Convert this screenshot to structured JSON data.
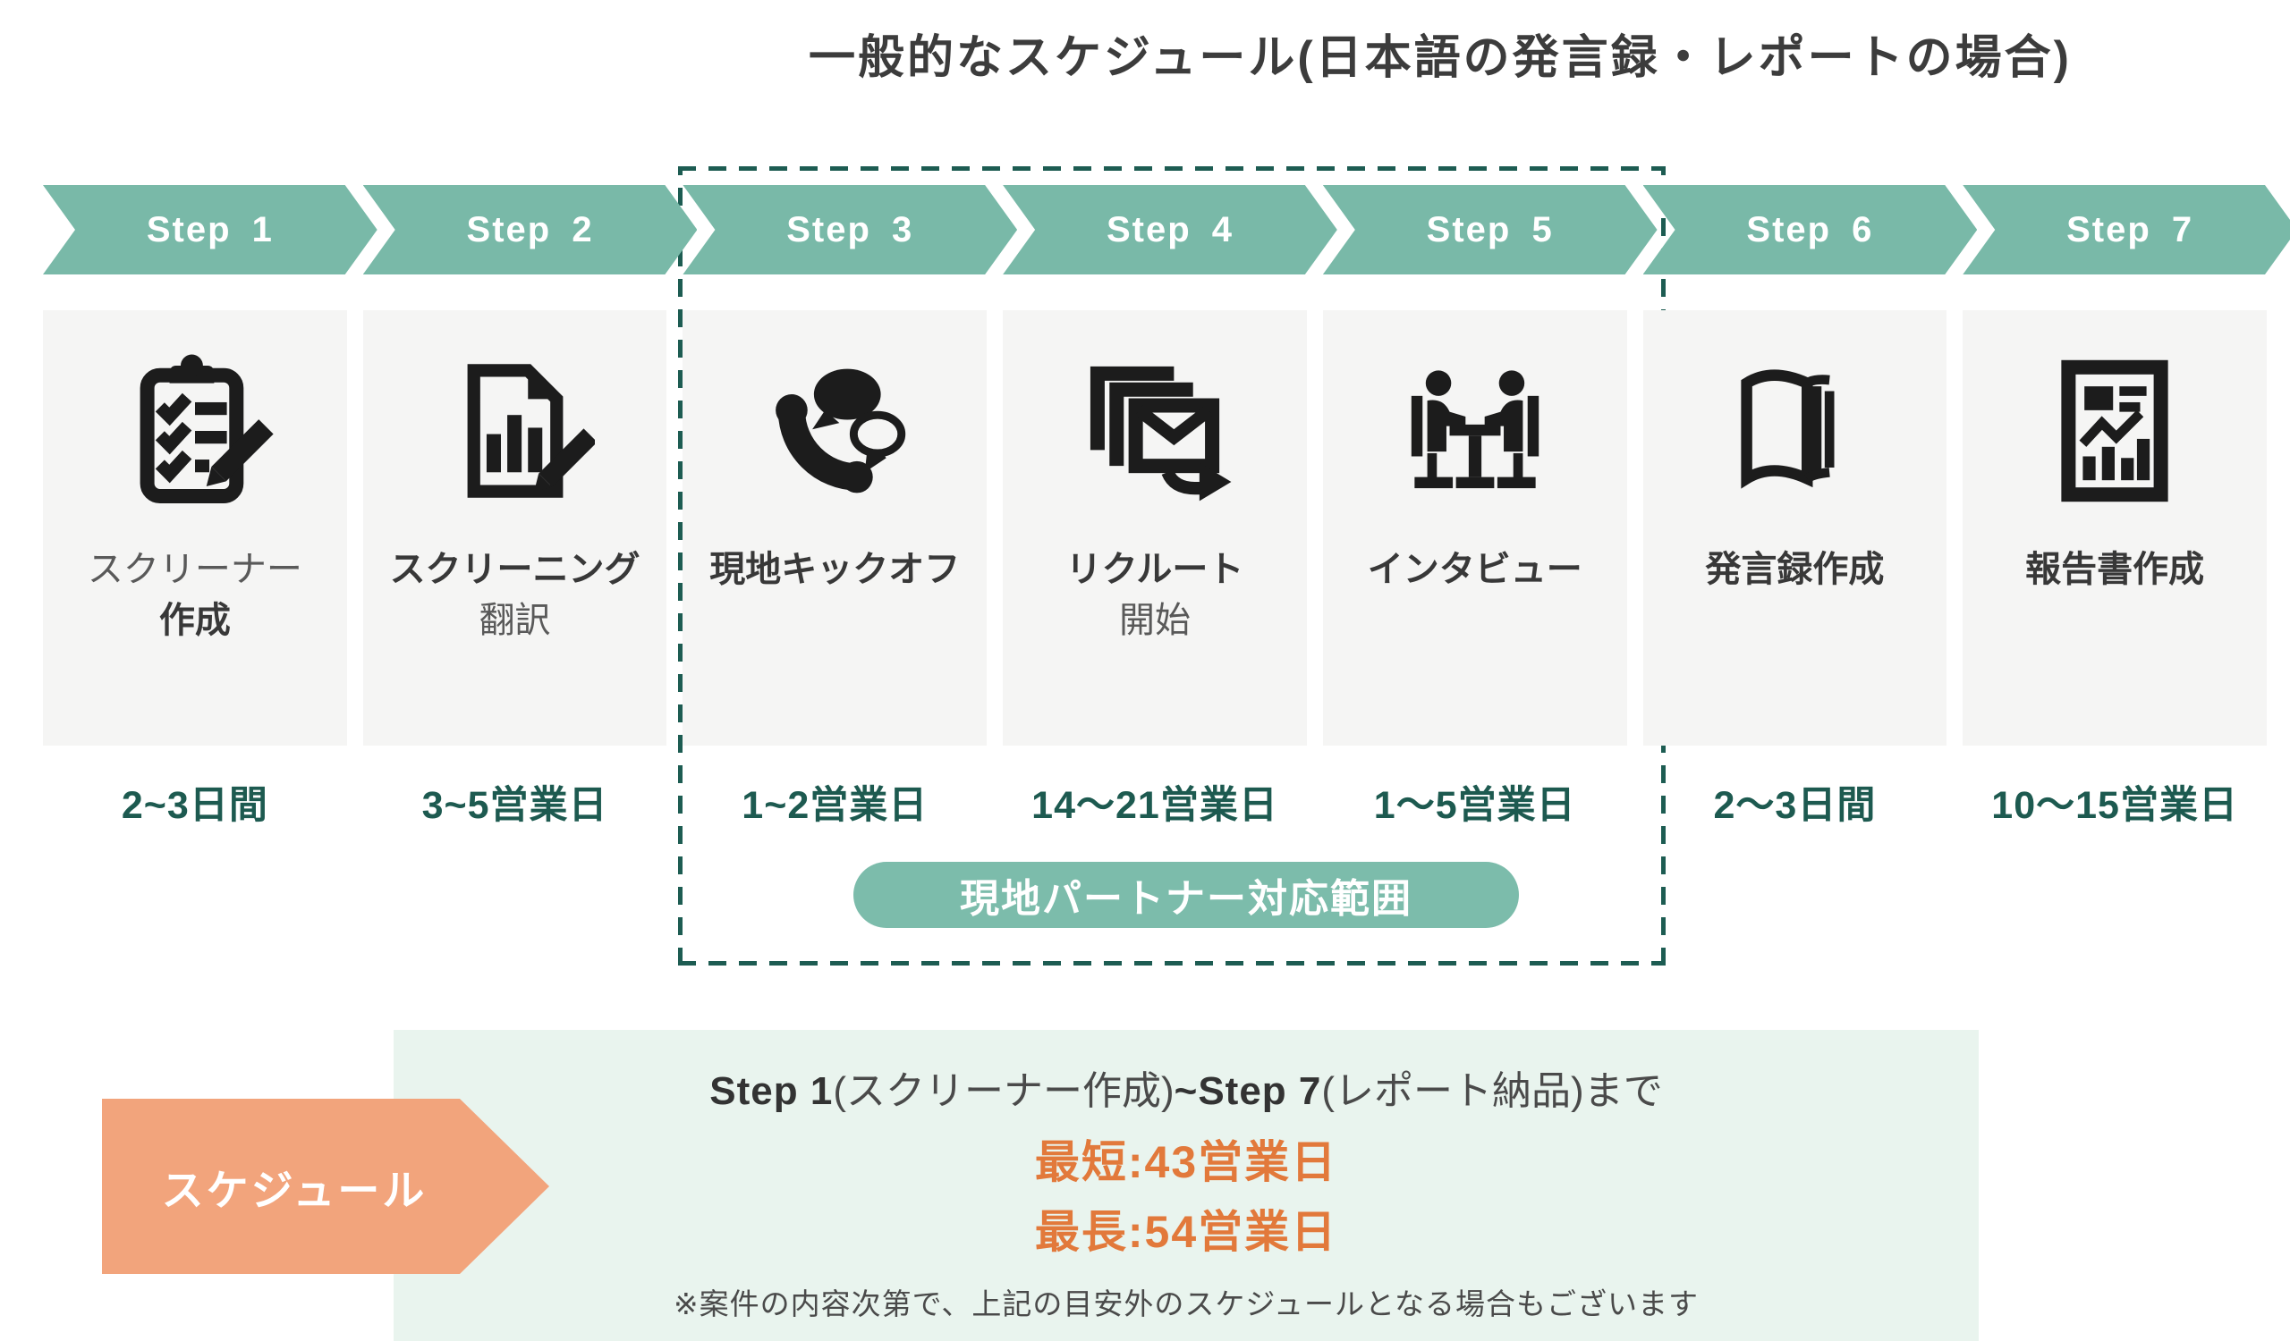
{
  "title": "一般的なスケジュール(日本語の発言録・レポートの場合)",
  "steps": [
    {
      "chevron": "Step 1",
      "icon": "clipboard-checklist-pencil-icon",
      "label_line1": "スクリーナー",
      "label_line2": "作成",
      "duration": "2~3日間"
    },
    {
      "chevron": "Step 2",
      "icon": "document-chart-pencil-icon",
      "label_line1": "スクリーニング",
      "label_line2": "翻訳",
      "duration": "3~5営業日"
    },
    {
      "chevron": "Step 3",
      "icon": "phone-chat-bubbles-icon",
      "label_line1": "現地キックオフ",
      "duration": "1~2営業日"
    },
    {
      "chevron": "Step 4",
      "icon": "stacked-mail-send-icon",
      "label_line1": "リクルート",
      "label_line2": "開始",
      "duration": "14〜21営業日"
    },
    {
      "chevron": "Step 5",
      "icon": "interview-table-icon",
      "label_line1": "インタビュー",
      "duration": "1〜5営業日"
    },
    {
      "chevron": "Step 6",
      "icon": "open-book-icon",
      "label_line1": "発言録作成",
      "duration": "2〜3日間"
    },
    {
      "chevron": "Step 7",
      "icon": "report-chart-icon",
      "label_line1": "報告書作成",
      "duration": "10〜15営業日"
    }
  ],
  "partner_scope_label": "現地パートナー対応範囲",
  "schedule_tag_label": "スケジュール",
  "summary": {
    "range_step1_bold": "Step 1",
    "range_step1_paren": "(スクリーナー作成)",
    "range_step7_bold": "~Step 7",
    "range_step7_paren": "(レポート納品)",
    "range_suffix": "まで",
    "min_label": "最短:43営業日",
    "max_label": "最長:54営業日",
    "note": "※案件の内容次第で、上記の目安外のスケジュールとなる場合もございます"
  },
  "colors": {
    "teal_chevron": "#79b9a8",
    "teal_pill": "#7cbcab",
    "dark_green_text": "#1d5a50",
    "dashed_border": "#1d5c52",
    "orange_arrow": "#f2a47c",
    "orange_text": "#e2793b",
    "card_bg": "#f5f5f4",
    "summary_bg": "#e9f4ee",
    "icon_black": "#1c1c1c",
    "text_dark": "#3c3c3c"
  }
}
